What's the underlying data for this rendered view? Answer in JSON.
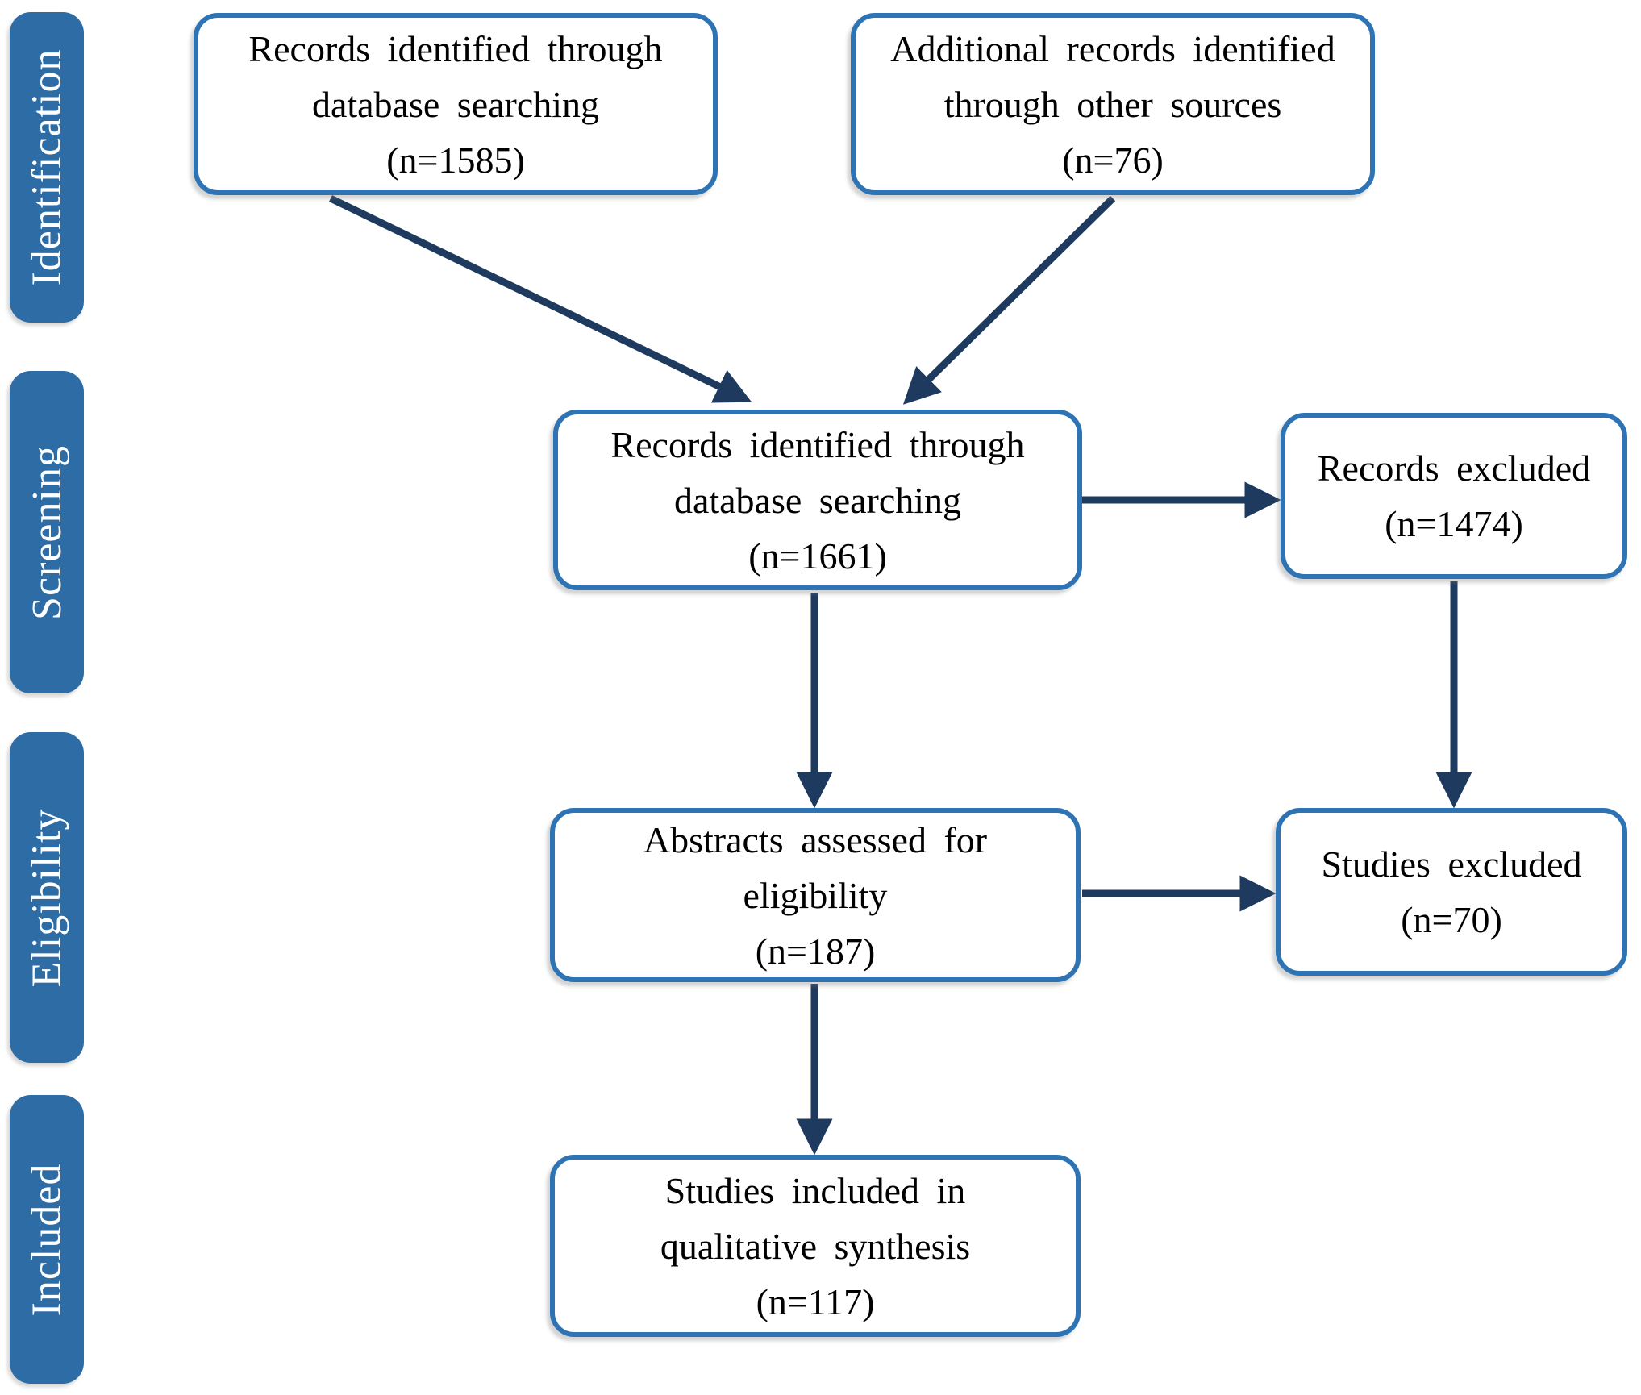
{
  "sidebar": {
    "items": [
      {
        "label": "Identification"
      },
      {
        "label": "Screening"
      },
      {
        "label": "Eligibility"
      },
      {
        "label": "Included"
      }
    ]
  },
  "boxes": {
    "identified_database": {
      "text": "Records identified through\ndatabase searching\n(n=1585)",
      "n": 1585
    },
    "identified_other": {
      "text": "Additional records identified\nthrough other sources\n(n=76)",
      "n": 76
    },
    "screened": {
      "text": "Records identified through\ndatabase searching\n(n=1661)",
      "n": 1661
    },
    "records_excluded": {
      "text": "Records excluded\n(n=1474)",
      "n": 1474
    },
    "abstracts_assessed": {
      "text": "Abstracts assessed for\neligibility\n(n=187)",
      "n": 187
    },
    "studies_excluded": {
      "text": "Studies excluded\n(n=70)",
      "n": 70
    },
    "included_qualitative": {
      "text": "Studies included in\nqualitative synthesis\n(n=117)",
      "n": 117
    }
  },
  "colors": {
    "box_border": "#2E74B5",
    "band_fill": "#2D6CA4",
    "band_text": "#FFFFFF",
    "arrow": "#1E3A5F",
    "box_text": "#000000",
    "background": "#FFFFFF"
  }
}
